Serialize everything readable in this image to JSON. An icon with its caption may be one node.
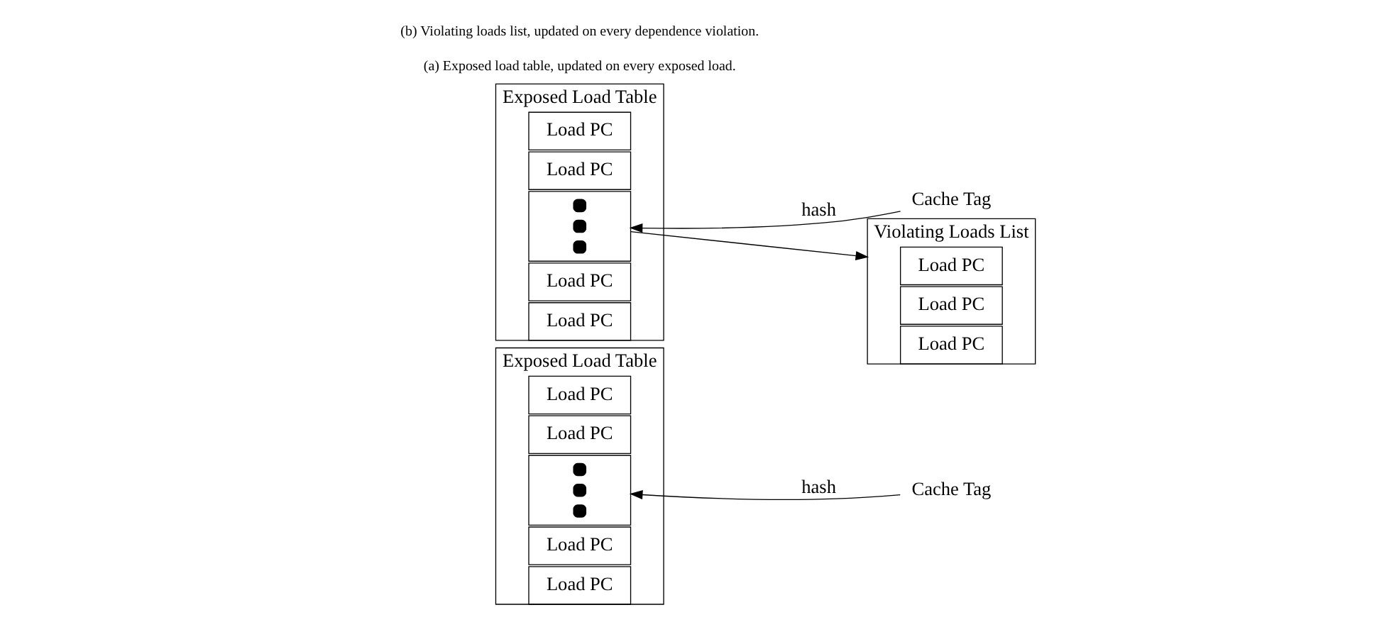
{
  "diagram": {
    "nodes": [
      {
        "text": [
          "Exposed Load Table"
        ]
      },
      {
        "text": [
          "Load PC"
        ],
        "in": 0
      },
      {
        "text": [
          "Load PC"
        ],
        "in": 0
      },
      {
        "text": [],
        "shape": "box",
        "in": 0
      },
      {
        "text": [
          "Load PC"
        ],
        "in": 0
      },
      {
        "text": [
          "Load PC"
        ],
        "in": 0
      },
      {
        "text": [
          "Cache Tag"
        ]
      },
      {
        "text": [
          "Exposed Load Table"
        ]
      },
      {
        "text": [
          "Load PC"
        ],
        "in": 7
      },
      {
        "text": [
          "Load PC"
        ],
        "in": 7
      },
      {
        "text": [],
        "shape": "box",
        "in": 7
      },
      {
        "text": [
          "Load PC"
        ],
        "in": 7
      },
      {
        "text": [
          "Load PC"
        ],
        "in": 7
      },
      {
        "text": [
          "Cache Tag"
        ]
      },
      {
        "text": [
          "Violating Loads List"
        ]
      },
      {
        "text": [
          "Load PC"
        ],
        "in": 14
      },
      {
        "text": [
          "Load PC"
        ],
        "in": 14
      },
      {
        "text": [
          "Load PC"
        ],
        "in": 14
      }
    ],
    "edges": [
      {
        "from": 6,
        "to": 3,
        "arrow": "to",
        "label": "hash"
      },
      {
        "from": 13,
        "to": 10,
        "arrow": "to",
        "label": "hash"
      },
      {
        "from": 10,
        "to": 14,
        "arrow": "to"
      }
    ],
    "labels": [
      "(a) Exposed load table, updated on every exposed load.",
      "(b) Violating loads list, updated on every dependence violation."
    ]
  }
}
